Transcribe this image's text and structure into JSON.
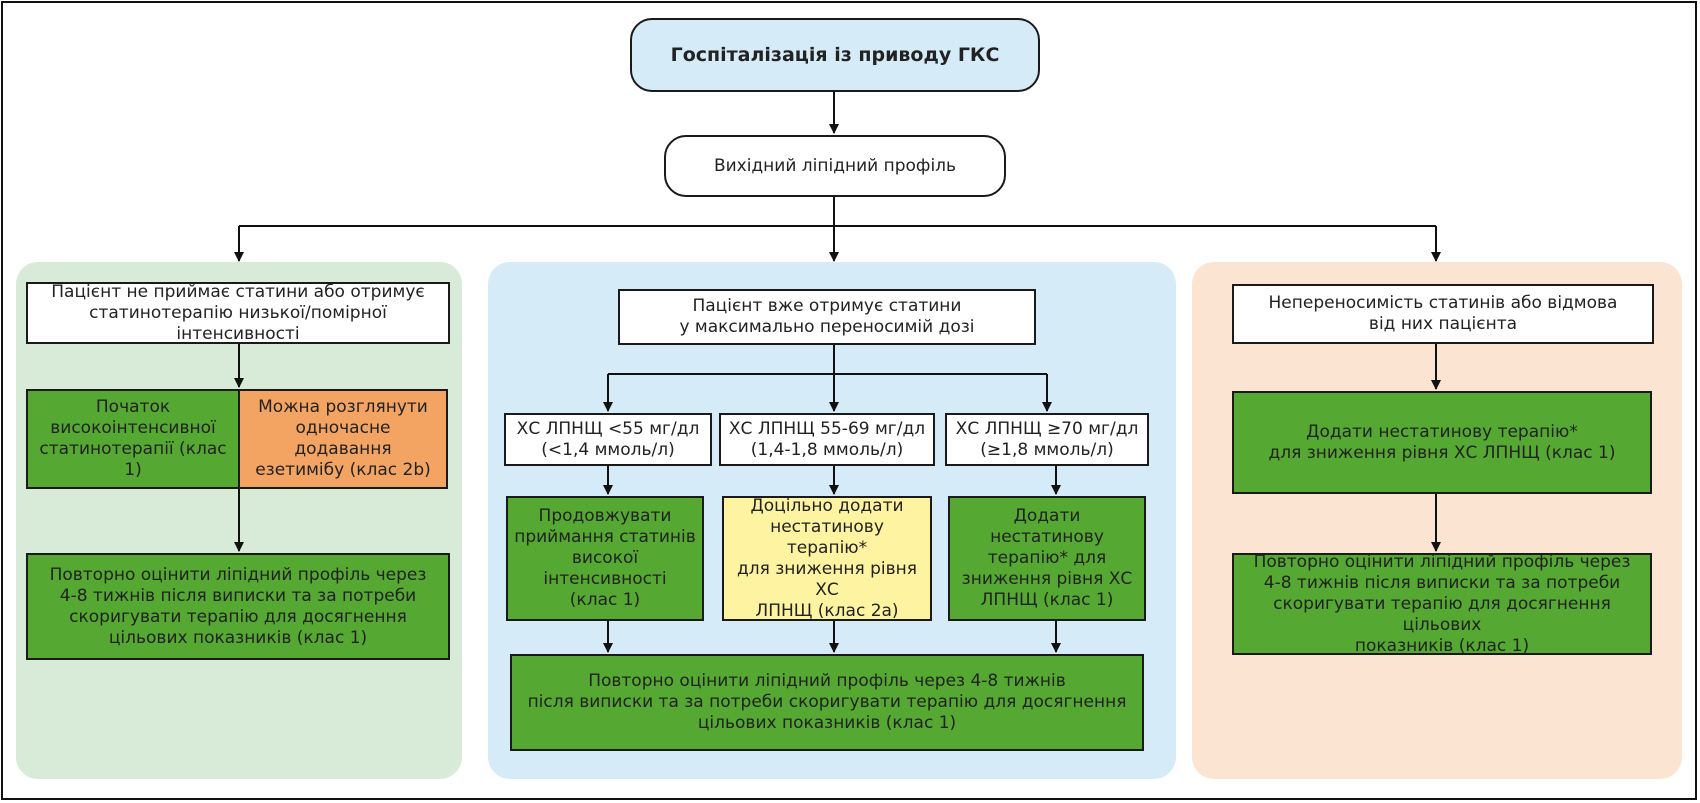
{
  "colors": {
    "panel_left": "#d8ead8",
    "panel_middle": "#d5ecf8",
    "panel_right": "#fbe4d2",
    "title_fill": "#d5ecf8",
    "green_box": "#55a832",
    "orange_box": "#f4a462",
    "yellow_box": "#fdf3a0",
    "line": "#111111"
  },
  "top": {
    "title": "Госпіталізація із приводу ГКС",
    "baseline": "Вихідний ліпідний профіль"
  },
  "left": {
    "condition": "Пацієнт не приймає статини або отримує\nстатинотерапію низької/помірної інтенсивності",
    "start_high": "Початок\nвисокоінтенсивної\nстатинотерапії (клас 1)",
    "ezetimibe": "Можна розглянути\nодночасне додавання\nезетимібу (клас 2b)",
    "reassess": "Повторно оцінити ліпідний профіль через\n4-8 тижнів після виписки та за потреби\nскоригувати терапію для досягнення\nцільових показників (клас 1)"
  },
  "middle": {
    "condition": "Пацієнт вже отримує статини\nу максимально переносимій дозі",
    "ldl_low": "ХС ЛПНЩ <55 мг/дл\n(<1,4 ммоль/л)",
    "ldl_mid": "ХС ЛПНЩ 55-69 мг/дл\n(1,4-1,8 ммоль/л)",
    "ldl_high": "ХС ЛПНЩ ≥70 мг/дл\n(≥1,8 ммоль/л)",
    "continue": "Продовжувати\nприймання статинів\nвисокої інтенсивності\n(клас 1)",
    "reasonable_add": "Доцільно додати\nнестатинову терапію*\nдля зниження рівня ХС\nЛПНЩ (клас 2а)",
    "add_nonstatin": "Додати нестатинову\nтерапію* для\nзниження рівня ХС\nЛПНЩ (клас 1)",
    "reassess": "Повторно оцінити ліпідний профіль через 4-8 тижнів\nпісля виписки та за потреби скоригувати терапію для досягнення\nцільових показників (клас 1)"
  },
  "right": {
    "condition": "Непереносимість статинів або відмова\nвід них пацієнта",
    "add_nonstatin": "Додати нестатинову терапію*\nдля зниження рівня ХС ЛПНЩ (клас 1)",
    "reassess": "Повторно оцінити ліпідний профіль через\n4-8 тижнів після виписки та за потреби\nскоригувати терапію для досягнення цільових\nпоказників (клас 1)"
  }
}
